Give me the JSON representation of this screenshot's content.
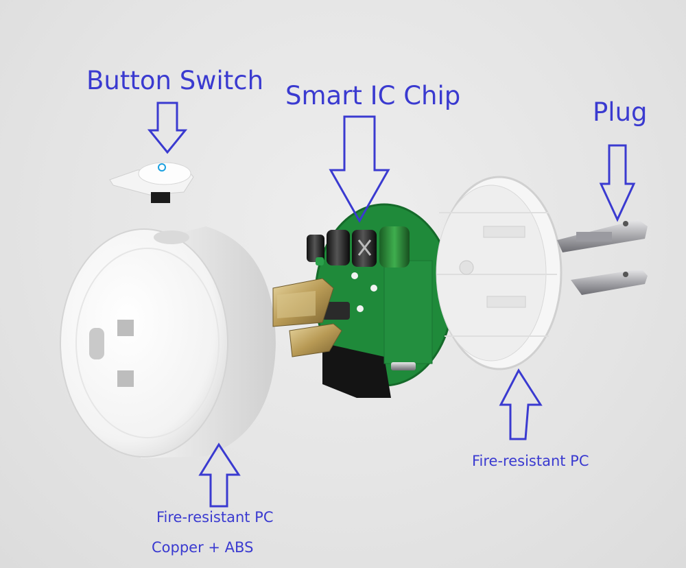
{
  "labels": {
    "button_switch": "Button Switch",
    "smart_ic_chip": "Smart IC Chip",
    "plug": "Plug",
    "back_material": "Fire-resistant PC",
    "front_material": "Fire-resistant PC",
    "contact_material": "Copper + ABS"
  },
  "colors": {
    "label_blue": "#3a3ad0",
    "pcb_green": "#1f8a3a",
    "shell_white": "#fafafa"
  },
  "icons": [
    "down-arrow-icon",
    "up-arrow-icon"
  ]
}
